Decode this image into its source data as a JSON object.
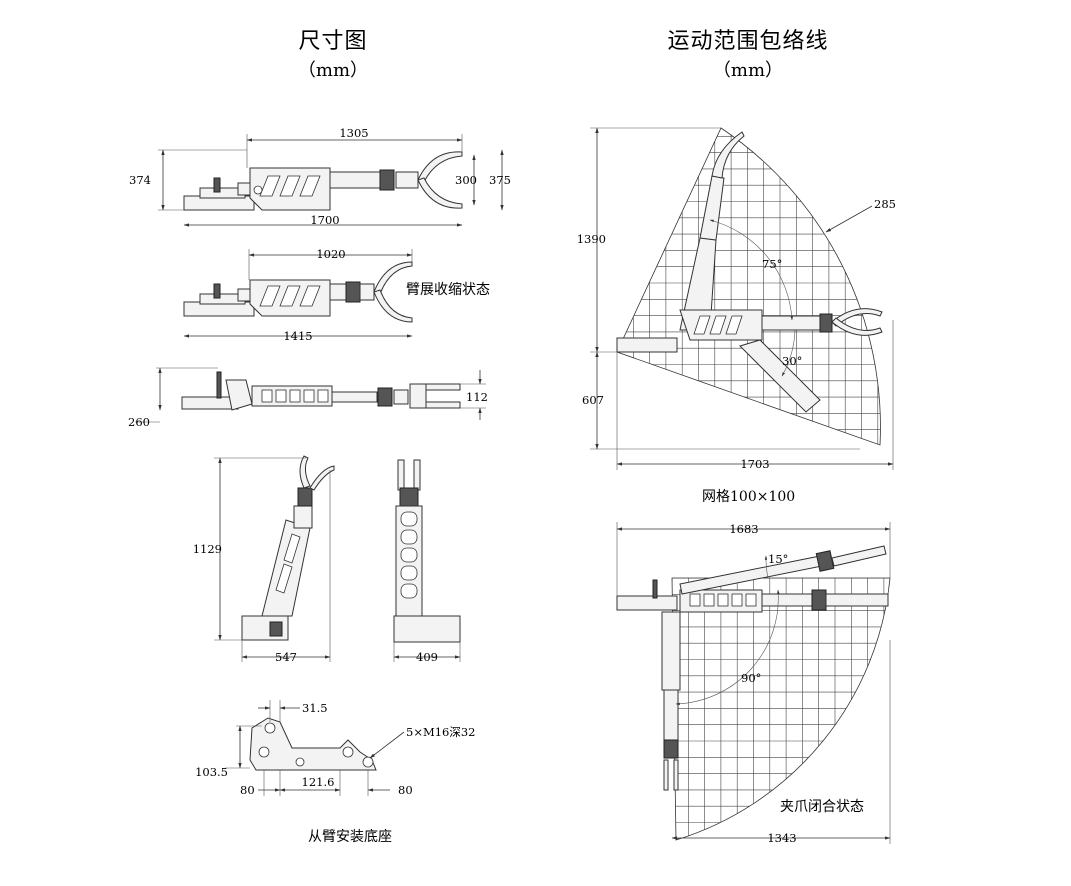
{
  "left_title": "尺寸图",
  "left_unit": "（mm）",
  "right_title": "运动范围包络线",
  "right_unit": "（mm）",
  "dims": {
    "d1305": "1305",
    "d374": "374",
    "d300": "300",
    "d375": "375",
    "d1700": "1700",
    "d1020": "1020",
    "d1415": "1415",
    "d112": "112",
    "d260": "260",
    "d1129": "1129",
    "d547": "547",
    "d409": "409",
    "d31_5": "31.5",
    "d103_5": "103.5",
    "d121_6": "121.6",
    "d80a": "80",
    "d80b": "80",
    "hole_spec": "5×M16深32",
    "d1390": "1390",
    "d607": "607",
    "d1703": "1703",
    "d285": "285",
    "a75": "75°",
    "a30": "30°",
    "d1683": "1683",
    "a15": "15°",
    "a90": "90°",
    "d1343": "1343"
  },
  "captions": {
    "retract": "臂展收缩状态",
    "base": "从臂安装底座",
    "grid": "网格100×100",
    "closed": "夹爪闭合状态"
  },
  "colors": {
    "line": "#333333",
    "paper": "#ffffff"
  }
}
